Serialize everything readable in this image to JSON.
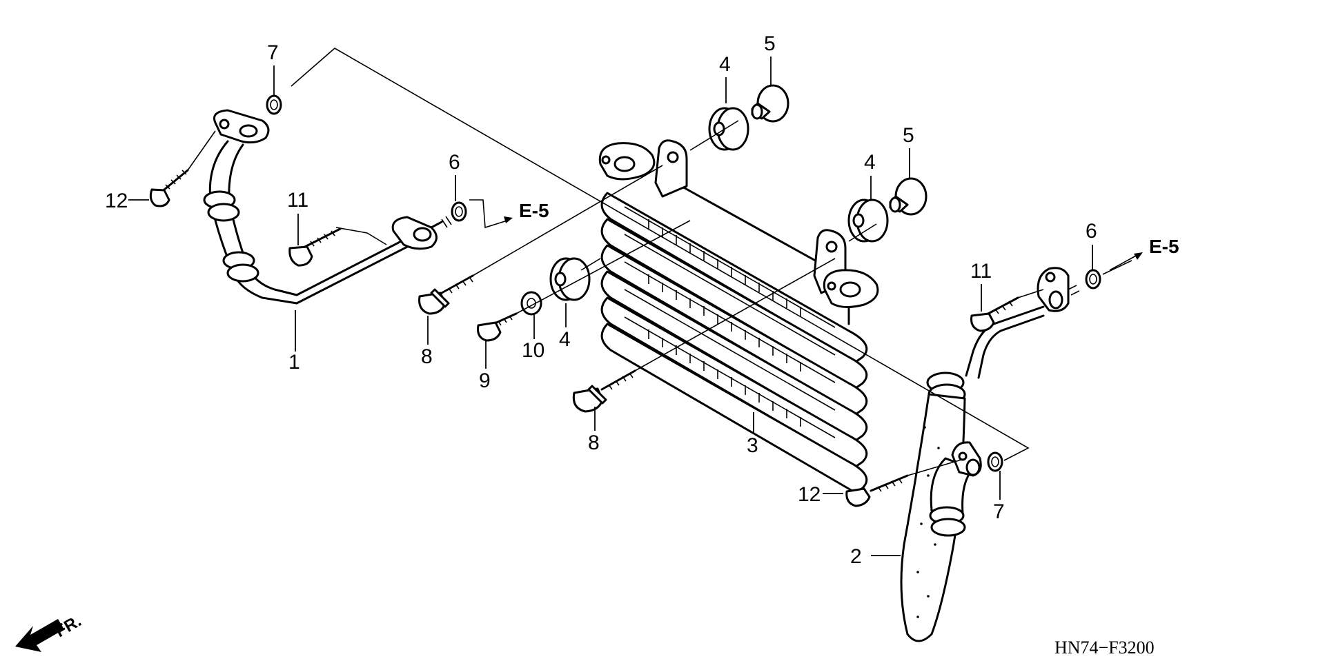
{
  "diagram_code": "HN74−F3200",
  "front_indicator": "FR.",
  "references": [
    "E-5",
    "E-5"
  ],
  "callouts": [
    "1",
    "2",
    "3",
    "4",
    "4",
    "4",
    "5",
    "5",
    "6",
    "6",
    "7",
    "7",
    "8",
    "8",
    "9",
    "10",
    "11",
    "11",
    "12",
    "12"
  ]
}
